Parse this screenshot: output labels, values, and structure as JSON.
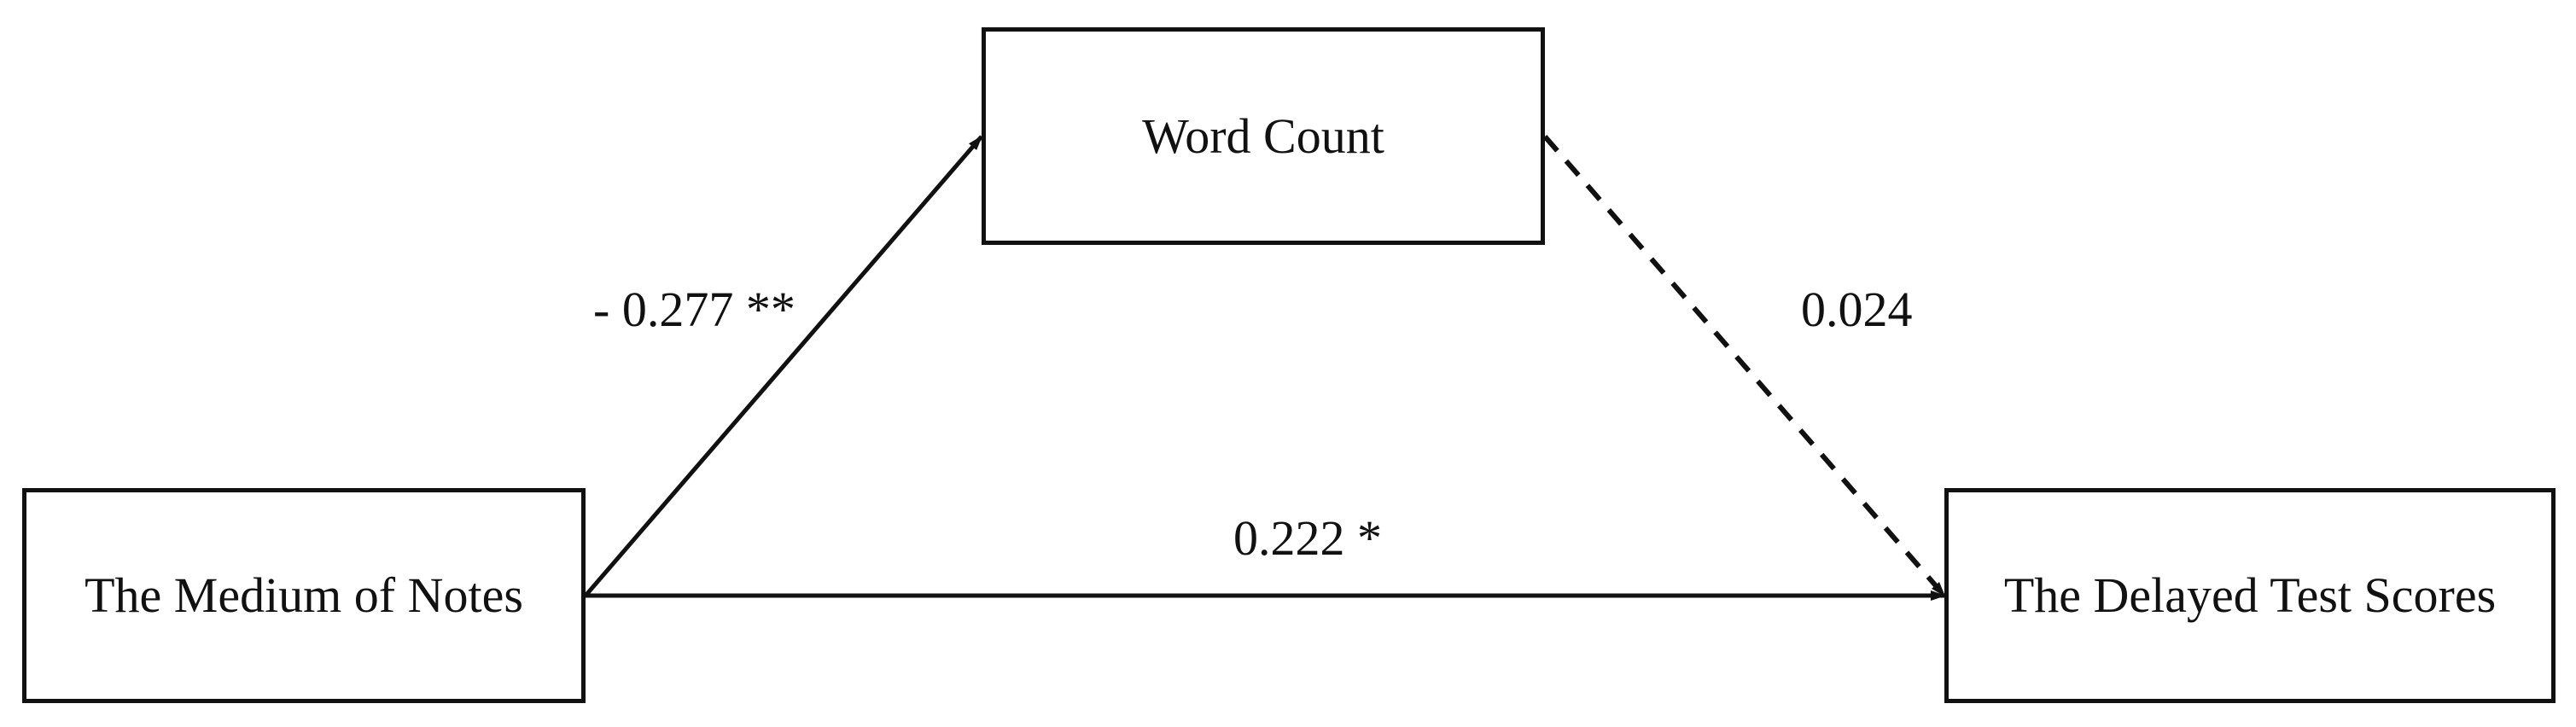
{
  "diagram": {
    "nodes": {
      "mediator": {
        "label": "Word Count"
      },
      "independent": {
        "label": "The Medium of Notes"
      },
      "dependent": {
        "label": "The Delayed Test Scores"
      }
    },
    "paths": {
      "a": {
        "label": "- 0.277 **",
        "style": "solid"
      },
      "b": {
        "label": "0.024",
        "style": "dashed"
      },
      "c": {
        "label": "0.222 *",
        "style": "solid"
      }
    },
    "colors": {
      "line": "#111111",
      "background": "#ffffff"
    }
  }
}
